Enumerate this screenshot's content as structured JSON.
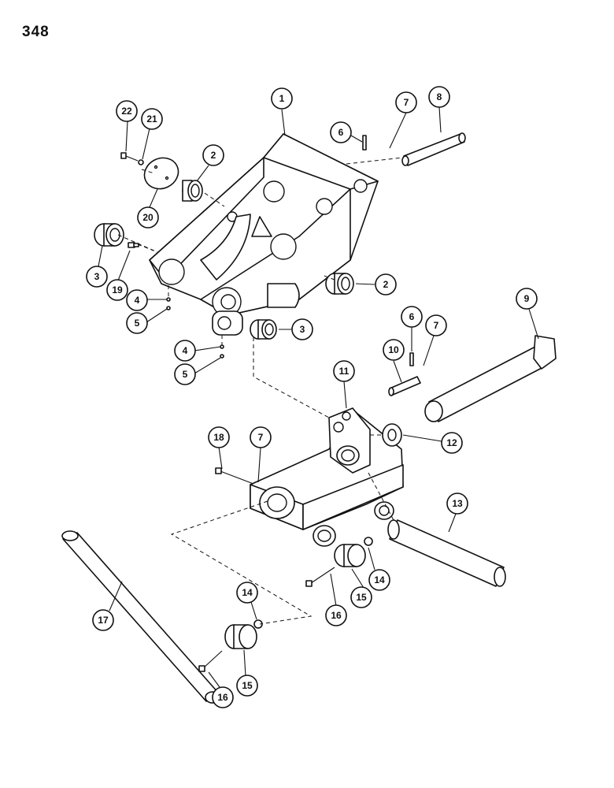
{
  "page": {
    "number": "348"
  },
  "callouts": {
    "c1": "1",
    "c2a": "2",
    "c2b": "2",
    "c3a": "3",
    "c3b": "3",
    "c4a": "4",
    "c4b": "4",
    "c5a": "5",
    "c5b": "5",
    "c6a": "6",
    "c6b": "6",
    "c7a": "7",
    "c7b": "7",
    "c7c": "7",
    "c8": "8",
    "c9": "9",
    "c10": "10",
    "c11": "11",
    "c12": "12",
    "c13": "13",
    "c14a": "14",
    "c14b": "14",
    "c15a": "15",
    "c15b": "15",
    "c16a": "16",
    "c16b": "16",
    "c17": "17",
    "c18": "18",
    "c19": "19",
    "c20": "20",
    "c21": "21",
    "c22": "22"
  }
}
